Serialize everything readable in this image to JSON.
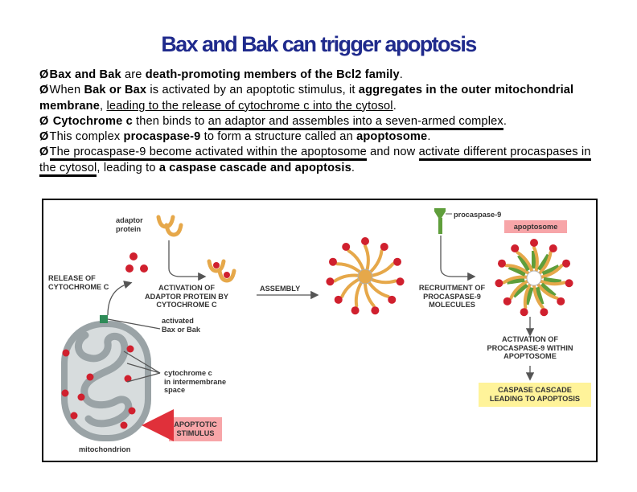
{
  "slide": {
    "title": "Bax and Bak can trigger  apoptosis",
    "bullet_marker": "Ø",
    "bullets": [
      [
        {
          "t": "Bax and Bak",
          "b": true
        },
        {
          "t": " are "
        },
        {
          "t": "death-promoting members of the Bcl2 family",
          "b": true
        },
        {
          "t": "."
        }
      ],
      [
        {
          "t": "When "
        },
        {
          "t": "Bak or Bax",
          "b": true
        },
        {
          "t": " is activated by an apoptotic stimulus, it "
        },
        {
          "t": "aggregates in the outer mitochondrial membrane",
          "b": true
        },
        {
          "t": ", "
        },
        {
          "t": "leading to the release of cytochrome c into the  cytosol",
          "u": true
        },
        {
          "t": "."
        }
      ],
      [
        {
          "t": " Cytochrome c",
          "b": true
        },
        {
          "t": " then binds to "
        },
        {
          "t": "an adaptor and assembles into a seven-armed  complex",
          "u": true,
          "thick": true
        },
        {
          "t": "."
        }
      ],
      [
        {
          "t": "This complex "
        },
        {
          "t": "procaspase-9",
          "b": true
        },
        {
          "t": " to form a structure called an "
        },
        {
          "t": "apoptosome",
          "b": true
        },
        {
          "t": "."
        }
      ],
      [
        {
          "t": "The procaspase-9 become activated within the apoptosome",
          "u": true,
          "thick": true
        },
        {
          "t": " and now "
        },
        {
          "t": "activate different procaspases in the cytosol",
          "u": true,
          "thick": true
        },
        {
          "t": ", leading to "
        },
        {
          "t": "a caspase cascade and apoptosis",
          "b": true
        },
        {
          "t": "."
        }
      ]
    ]
  },
  "figure": {
    "labels": {
      "adaptor_protein": "adaptor\nprotein",
      "release": "RELEASE OF\nCYTOCHROME C",
      "activation_adaptor": "ACTIVATION OF\nADAPTOR PROTEIN BY\nCYTOCHROME C",
      "assembly": "ASSEMBLY",
      "procaspase9": "procaspase-9",
      "apoptosome": "apoptosome",
      "recruitment": "RECRUITMENT OF\nPROCASPASE-9\nMOLECULES",
      "activated_bax": "activated\nBax or Bak",
      "cytochrome_ims": "cytochrome c\nin intermembrane\nspace",
      "activation_procaspase": "ACTIVATION OF\nPROCASPASE-9 WITHIN\nAPOPTOSOME",
      "caspase_cascade": "CASPASE CASCADE\nLEADING TO APOPTOSIS",
      "apoptotic_stimulus": "APOPTOTIC\nSTIMULUS",
      "mitochondrion": "mitochondrion"
    },
    "colors": {
      "cytochrome": "#d0202e",
      "adaptor": "#e6a84a",
      "procaspase": "#5f9e3b",
      "membrane": "#9aa3a6",
      "stimulus_box": "#f7a5a8",
      "cascade_box": "#fff39a"
    }
  }
}
